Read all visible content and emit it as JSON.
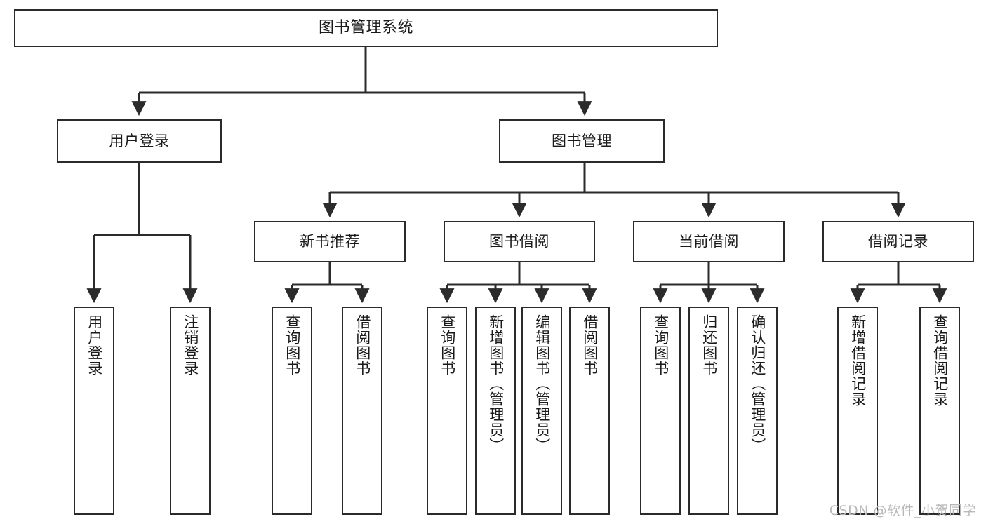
{
  "diagram": {
    "title": "图书管理系统",
    "type": "tree",
    "watermark": "CSDN @软件_小贺同学",
    "line_color": "#2b2b2b",
    "box_fill": "#ffffff",
    "text_color": "#1a1a1a",
    "levels": {
      "root": {
        "label": "图书管理系统"
      },
      "level1": [
        {
          "label": "用户登录"
        },
        {
          "label": "图书管理"
        }
      ],
      "level2": [
        {
          "label": "新书推荐"
        },
        {
          "label": "图书借阅"
        },
        {
          "label": "当前借阅"
        },
        {
          "label": "借阅记录"
        }
      ],
      "leaves": {
        "user_login": [
          {
            "label": "用户登录"
          },
          {
            "label": "注销登录"
          }
        ],
        "new_book_recommend": [
          {
            "label": "查询图书"
          },
          {
            "label": "借阅图书"
          }
        ],
        "book_borrow": [
          {
            "label": "查询图书"
          },
          {
            "label": "新增图书（管理员）"
          },
          {
            "label": "编辑图书（管理员）"
          },
          {
            "label": "借阅图书"
          }
        ],
        "current_borrow": [
          {
            "label": "查询图书"
          },
          {
            "label": "归还图书"
          },
          {
            "label": "确认归还（管理员）"
          }
        ],
        "borrow_record": [
          {
            "label": "新增借阅记录"
          },
          {
            "label": "查询借阅记录"
          }
        ]
      }
    }
  }
}
